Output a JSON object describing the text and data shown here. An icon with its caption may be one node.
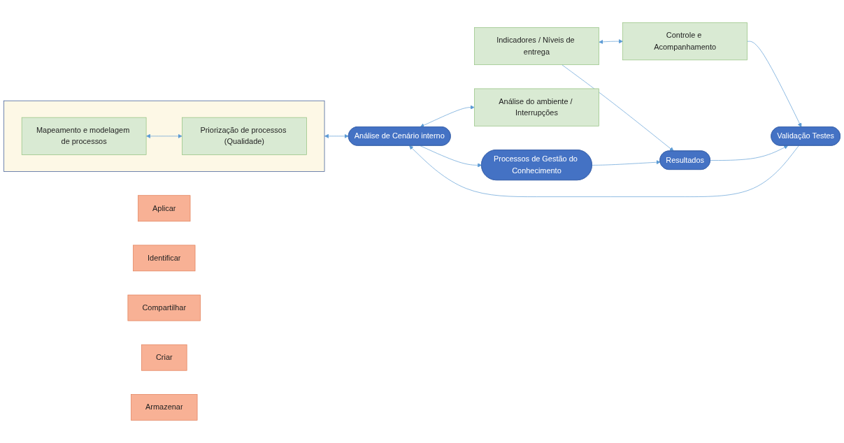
{
  "diagram": {
    "nodes": [
      {
        "text": [],
        "shape": "box"
      },
      {
        "text": [
          "Mapeamento e modelagem de processos"
        ],
        "in": 0
      },
      {
        "text": [
          "Priorização de processos (Qualidade)"
        ],
        "in": 0
      },
      {
        "text": [
          "Indicadores / Níveis de entrega"
        ]
      },
      {
        "text": [
          "Controle e Acompanhamento"
        ]
      },
      {
        "text": [
          "Aplicar"
        ]
      },
      {
        "text": [
          "Identificar"
        ]
      },
      {
        "text": [
          "Análise de Cenário interno"
        ]
      },
      {
        "text": [
          "Processos de Gestão do Conhecimento"
        ]
      },
      {
        "text": [
          "Resultados"
        ]
      },
      {
        "text": [
          "Validação Testes"
        ]
      },
      {
        "text": [
          "Compartilhar"
        ]
      },
      {
        "text": [
          "Criar"
        ]
      },
      {
        "text": [
          "Armazenar"
        ]
      },
      {
        "text": [
          "Análise do ambiente / Interrupções"
        ]
      }
    ],
    "edges": [
      {
        "from": 1,
        "to": 2,
        "arrow": "both"
      },
      {
        "from": 3,
        "to": 4,
        "arrow": "both"
      },
      {
        "from": 0,
        "to": 7,
        "arrow": "both"
      },
      {
        "from": 7,
        "to": 14,
        "arrow": "both"
      },
      {
        "from": 7,
        "to": 8,
        "arrow": "to"
      },
      {
        "from": 8,
        "to": 9,
        "arrow": "to"
      },
      {
        "from": 3,
        "to": 9,
        "arrow": "to"
      },
      {
        "from": 4,
        "to": 10,
        "arrow": "to"
      },
      {
        "from": 9,
        "to": 10,
        "arrow": "to"
      },
      {
        "from": 10,
        "to": 7,
        "arrow": "to"
      }
    ]
  }
}
